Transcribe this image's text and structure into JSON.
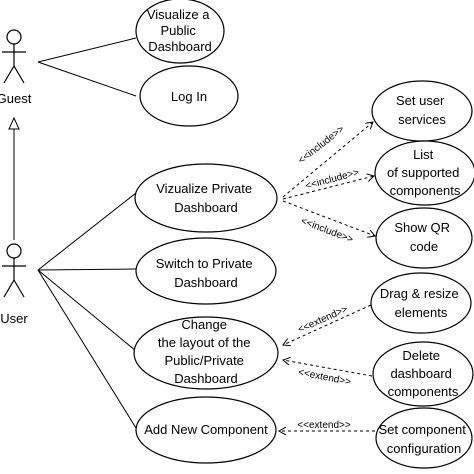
{
  "actors": {
    "guest": "Guest",
    "user": "User"
  },
  "use_cases": {
    "visualize_public": [
      "Visualize a",
      "Public",
      "Dashboard"
    ],
    "log_in": [
      "Log In"
    ],
    "visualize_private": [
      "Vizualize Private",
      "Dashboard"
    ],
    "switch_private": [
      "Switch to Private",
      "Dashboard"
    ],
    "change_layout": [
      "Change",
      "the layout of the",
      "Public/Private",
      "Dashboard"
    ],
    "add_component": [
      "Add New Component"
    ],
    "set_user_services": [
      "Set user",
      "services"
    ],
    "list_components": [
      "List",
      "of supported",
      "components"
    ],
    "show_qr": [
      "Show QR",
      "code"
    ],
    "drag_resize": [
      "Drag & resize",
      "elements"
    ],
    "delete_components": [
      "Delete",
      "dashboard",
      "components"
    ],
    "set_config": [
      "Set component",
      "configuration"
    ]
  },
  "relations": {
    "include_1": "<<include>>",
    "include_2": "<<include>>",
    "include_3": "<<include>>",
    "extend_1": "<<extend>>",
    "extend_2": "<<extend>>",
    "extend_3": "<<extend>>"
  }
}
